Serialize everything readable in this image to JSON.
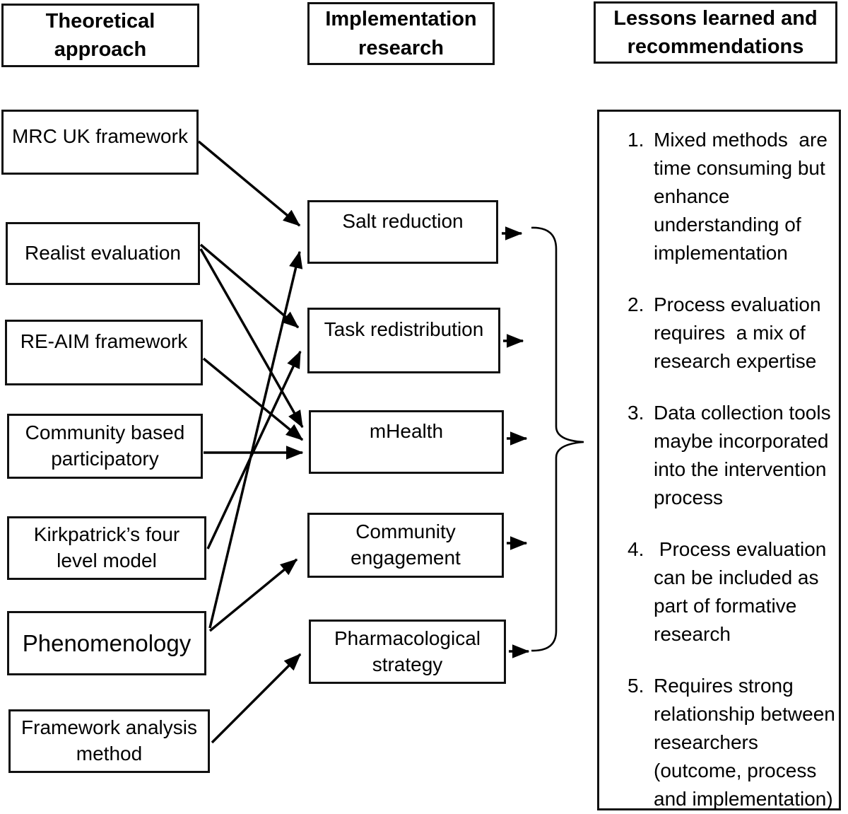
{
  "headers": {
    "theoretical": "Theoretical\napproach",
    "implementation": "Implementation\nresearch",
    "lessons": "Lessons learned and\nrecommendations"
  },
  "theoretical_approaches": [
    {
      "label": "MRC UK framework"
    },
    {
      "label": "Realist evaluation"
    },
    {
      "label": "RE-AIM framework"
    },
    {
      "label": "Community based\nparticipatory"
    },
    {
      "label": "Kirkpatrick’s four\nlevel model"
    },
    {
      "label": "Phenomenology"
    },
    {
      "label": "Framework analysis\nmethod"
    }
  ],
  "implementation_research": [
    {
      "label": "Salt reduction"
    },
    {
      "label": "Task redistribution"
    },
    {
      "label": "mHealth"
    },
    {
      "label": "Community\nengagement"
    },
    {
      "label": "Pharmacological\nstrategy"
    }
  ],
  "lessons": {
    "items": [
      {
        "num": "1.",
        "text": "Mixed methods  are\ntime consuming but\nenhance\nunderstanding of\nimplementation"
      },
      {
        "num": "2.",
        "text": "Process evaluation\nrequires  a mix of\nresearch expertise"
      },
      {
        "num": "3.",
        "text": "Data collection tools\nmaybe incorporated\ninto the intervention\nprocess"
      },
      {
        "num": "4.",
        "text": " Process evaluation\ncan be included as\npart of formative\nresearch"
      },
      {
        "num": "5.",
        "text": "Requires strong\nrelationship between\nresearchers\n(outcome, process\nand implementation)"
      }
    ]
  },
  "edges": [
    {
      "from": "MRC UK framework",
      "to": "Salt reduction"
    },
    {
      "from": "Realist evaluation",
      "to": "Task redistribution"
    },
    {
      "from": "Realist evaluation",
      "to": "mHealth"
    },
    {
      "from": "RE-AIM framework",
      "to": "mHealth"
    },
    {
      "from": "Community based participatory",
      "to": "mHealth"
    },
    {
      "from": "Kirkpatrick’s four level model",
      "to": "Task redistribution"
    },
    {
      "from": "Phenomenology",
      "to": "Salt reduction"
    },
    {
      "from": "Phenomenology",
      "to": "Community engagement"
    },
    {
      "from": "Framework analysis method",
      "to": "Pharmacological strategy"
    },
    {
      "from": "Salt reduction",
      "to": "Lessons learned and recommendations"
    },
    {
      "from": "Task redistribution",
      "to": "Lessons learned and recommendations"
    },
    {
      "from": "mHealth",
      "to": "Lessons learned and recommendations"
    },
    {
      "from": "Community engagement",
      "to": "Lessons learned and recommendations"
    },
    {
      "from": "Pharmacological strategy",
      "to": "Lessons learned and recommendations"
    }
  ],
  "colors": {
    "line": "#000000",
    "background": "#ffffff"
  }
}
